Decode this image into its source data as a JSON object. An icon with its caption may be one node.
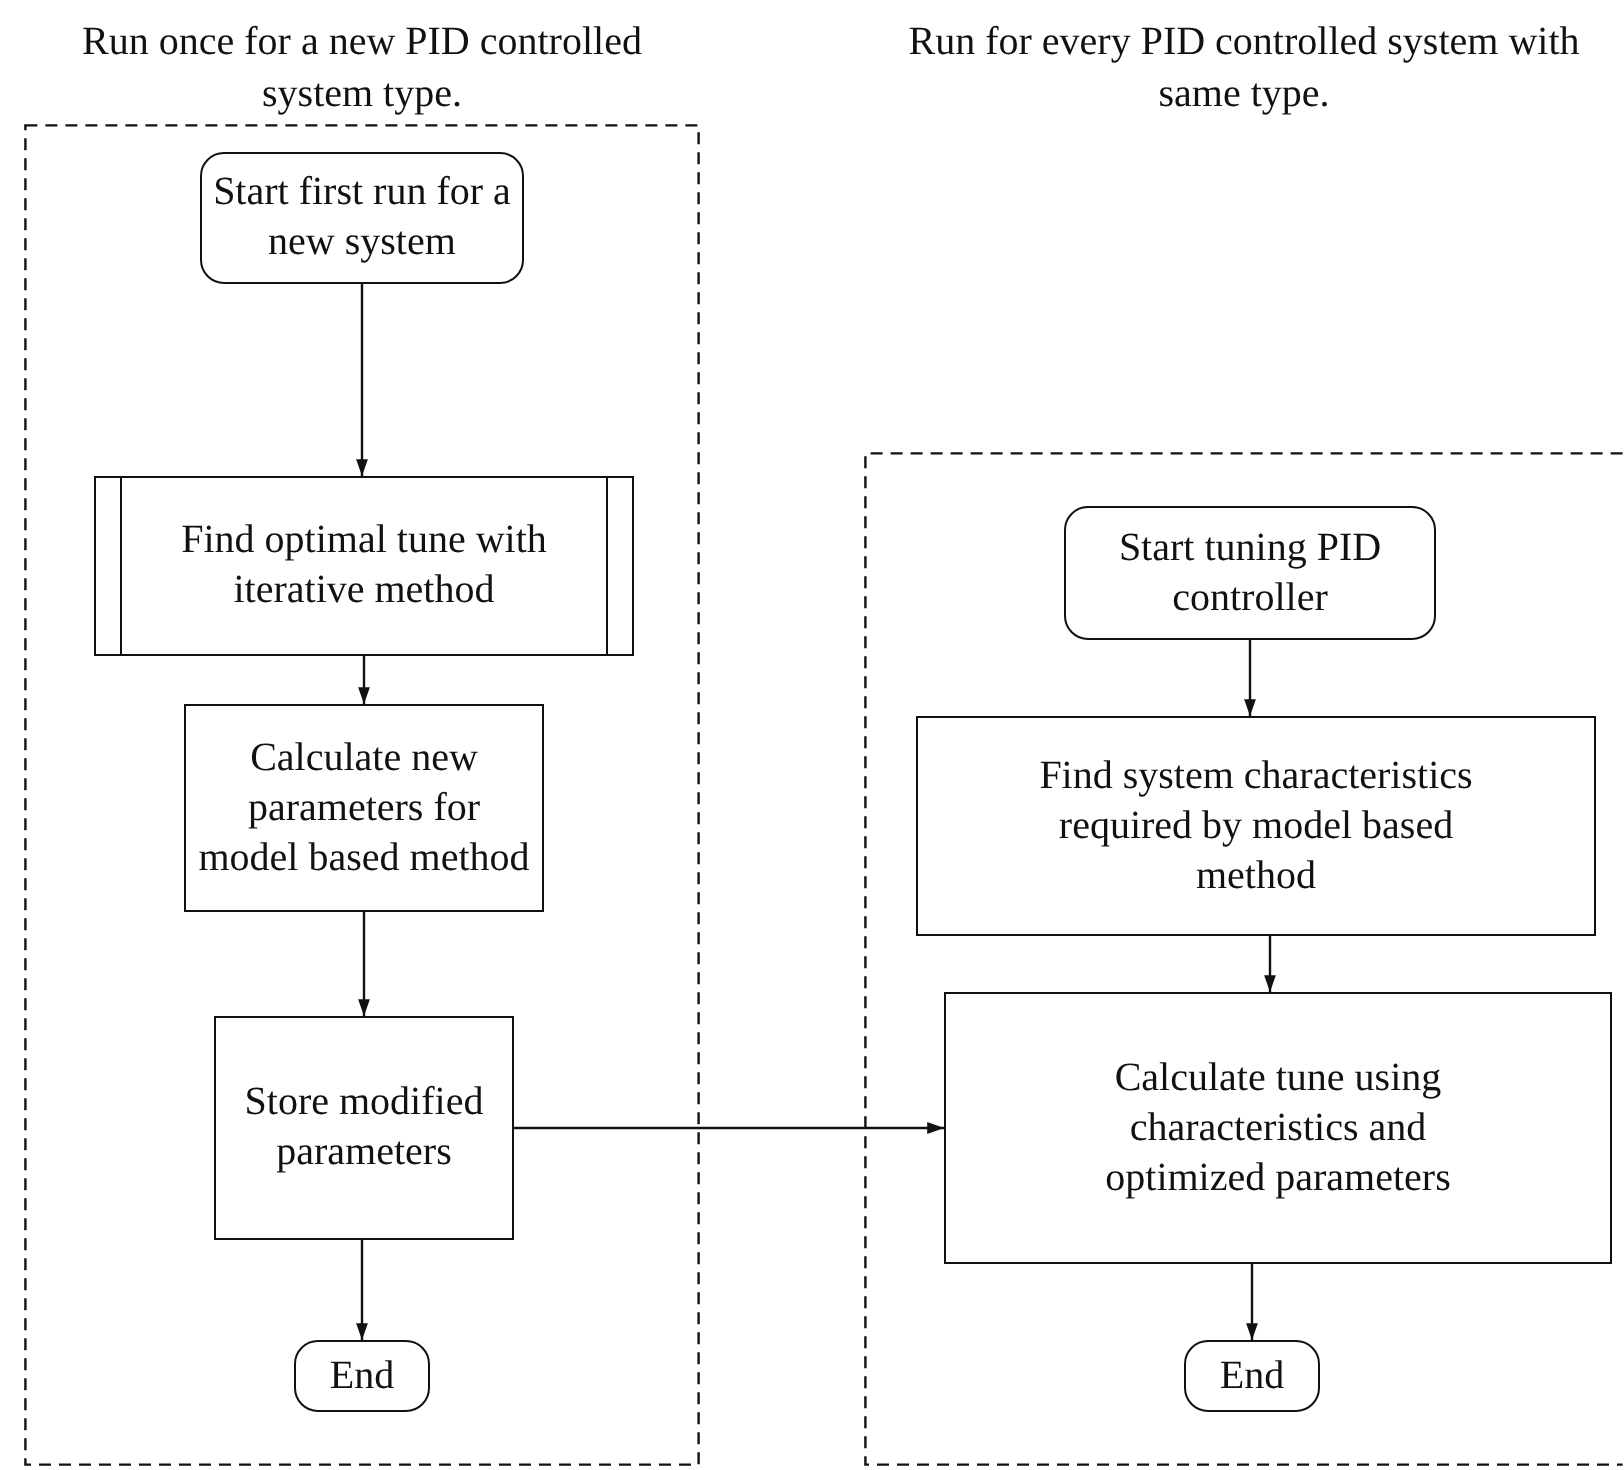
{
  "diagram": {
    "nodes": [
      {
        "text": [
          "Run once for a new PID controlled system type."
        ]
      },
      {
        "text": [
          "Start first run for a new system"
        ],
        "in": 0
      },
      {
        "text": [
          "Find optimal tune with iterative method"
        ],
        "in": 0
      },
      {
        "text": [
          "Calculate new parameters for model based method"
        ],
        "in": 0
      },
      {
        "text": [
          "Store modified parameters"
        ],
        "in": 0
      },
      {
        "text": [
          "End"
        ],
        "in": 0
      },
      {
        "text": [],
        "shape": "box"
      },
      {
        "text": [
          "Start tuning PID controller"
        ],
        "in": 6
      },
      {
        "text": [
          "Find system characteristics required by model based method"
        ],
        "in": 6
      },
      {
        "text": [
          "Calculate tune using characteristics and optimized parameters"
        ],
        "in": 6
      },
      {
        "text": [
          "End"
        ],
        "in": 6
      }
    ],
    "edges": [
      {
        "from": 1,
        "to": 2,
        "arrow": "to"
      },
      {
        "from": 2,
        "to": 3,
        "arrow": "to"
      },
      {
        "from": 3,
        "to": 4,
        "arrow": "to"
      },
      {
        "from": 4,
        "to": 5,
        "arrow": "to"
      },
      {
        "from": 7,
        "to": 8,
        "arrow": "to"
      },
      {
        "from": 8,
        "to": 9,
        "arrow": "to"
      },
      {
        "from": 9,
        "to": 10,
        "arrow": "to"
      },
      {
        "from": 4,
        "to": 9,
        "arrow": "to"
      }
    ],
    "labels": [
      "Run for every PID controlled system with same type."
    ]
  }
}
